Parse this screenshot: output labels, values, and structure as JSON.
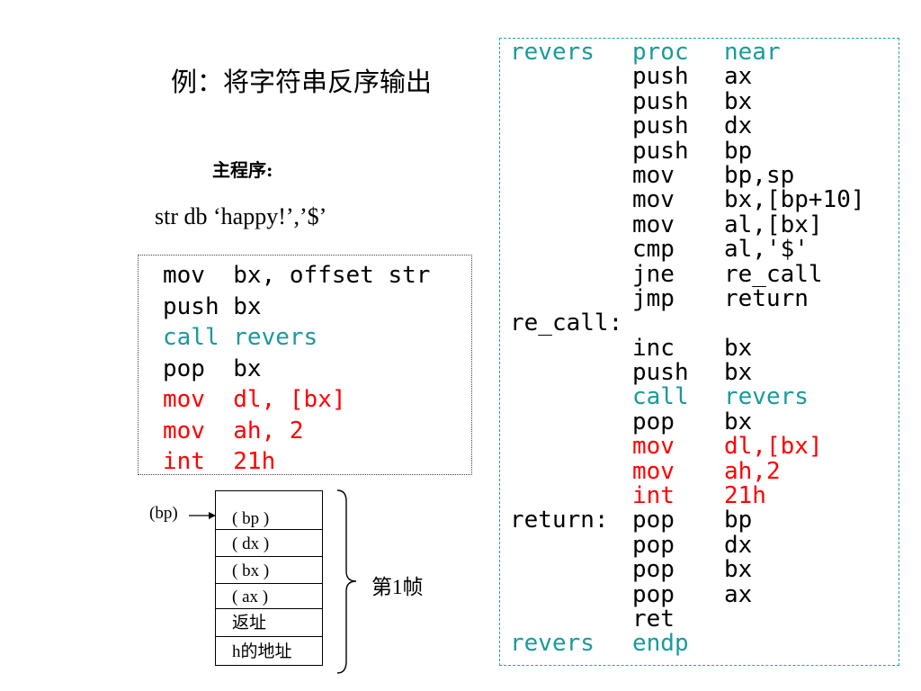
{
  "title": "例：将字符串反序输出",
  "main_label": "主程序:",
  "str_def": "str   db  ‘happy!’,’$’",
  "main_code": [
    {
      "op": "mov ",
      "arg": "bx, offset str",
      "color": "black"
    },
    {
      "op": "push",
      "arg": "bx",
      "color": "black"
    },
    {
      "op": "call",
      "arg": "revers",
      "color": "teal"
    },
    {
      "op": "pop ",
      "arg": "bx",
      "color": "black"
    },
    {
      "op": "mov ",
      "arg": "dl, [bx]",
      "color": "red"
    },
    {
      "op": "mov ",
      "arg": "ah, 2",
      "color": "red"
    },
    {
      "op": "int ",
      "arg": "21h",
      "color": "red"
    }
  ],
  "proc_code": [
    {
      "label": "revers",
      "op": "proc",
      "arg": "near",
      "color": "teal"
    },
    {
      "label": "",
      "op": "push",
      "arg": "ax",
      "color": "black"
    },
    {
      "label": "",
      "op": "push",
      "arg": "bx",
      "color": "black"
    },
    {
      "label": "",
      "op": "push",
      "arg": "dx",
      "color": "black"
    },
    {
      "label": "",
      "op": "push",
      "arg": "bp",
      "color": "black"
    },
    {
      "label": "",
      "op": "mov",
      "arg": "bp,sp",
      "color": "black"
    },
    {
      "label": "",
      "op": "mov",
      "arg": "bx,[bp+10]",
      "color": "black"
    },
    {
      "label": "",
      "op": "mov",
      "arg": "al,[bx]",
      "color": "black"
    },
    {
      "label": "",
      "op": "cmp",
      "arg": "al,'$'",
      "color": "black"
    },
    {
      "label": "",
      "op": "jne",
      "arg": "re_call",
      "color": "black"
    },
    {
      "label": "",
      "op": "jmp",
      "arg": "return",
      "color": "black"
    },
    {
      "label": "re_call:",
      "op": "",
      "arg": "",
      "color": "black"
    },
    {
      "label": "",
      "op": "inc",
      "arg": "bx",
      "color": "black"
    },
    {
      "label": "",
      "op": "push",
      "arg": "bx",
      "color": "black"
    },
    {
      "label": "",
      "op": "call",
      "arg": "revers",
      "color": "teal"
    },
    {
      "label": "",
      "op": "pop",
      "arg": "bx",
      "color": "black"
    },
    {
      "label": "",
      "op": "mov",
      "arg": "dl,[bx]",
      "color": "red"
    },
    {
      "label": "",
      "op": "mov",
      "arg": "ah,2",
      "color": "red"
    },
    {
      "label": "",
      "op": "int",
      "arg": "21h",
      "color": "red"
    },
    {
      "label": "return:",
      "op": "pop",
      "arg": "bp",
      "color": "black"
    },
    {
      "label": "",
      "op": "pop",
      "arg": "dx",
      "color": "black"
    },
    {
      "label": "",
      "op": "pop",
      "arg": "bx",
      "color": "black"
    },
    {
      "label": "",
      "op": "pop",
      "arg": "ax",
      "color": "black"
    },
    {
      "label": "",
      "op": "ret",
      "arg": "",
      "color": "black"
    },
    {
      "label": "revers",
      "op": "endp",
      "arg": "",
      "color": "teal"
    }
  ],
  "stack": {
    "pointer": "(bp)",
    "cells": [
      "( bp )",
      "( dx )",
      "( bx )",
      "( ax )",
      "返址",
      "h的地址"
    ],
    "frame_label": "第1帧"
  },
  "colors": {
    "teal": "#1a9a9a",
    "red": "#ff0000",
    "black": "#000000",
    "frame_border": "#2ba0a0"
  }
}
